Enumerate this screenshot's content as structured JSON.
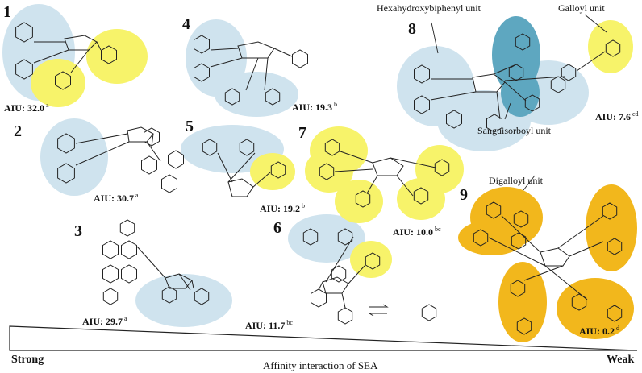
{
  "colors": {
    "blue": "#cfe3ee",
    "teal": "#5ea7c0",
    "yellow": "#f7f36a",
    "orange": "#f2b71c",
    "line": "#222222"
  },
  "compounds": [
    {
      "id": "c1",
      "num": "1",
      "aiu": "AIU: 32.0",
      "sup": "a"
    },
    {
      "id": "c2",
      "num": "2",
      "aiu": "AIU: 30.7",
      "sup": "a"
    },
    {
      "id": "c3",
      "num": "3",
      "aiu": "AIU: 29.7",
      "sup": "a"
    },
    {
      "id": "c4",
      "num": "4",
      "aiu": "AIU: 19.3",
      "sup": "b"
    },
    {
      "id": "c5",
      "num": "5",
      "aiu": "AIU: 19.2",
      "sup": "b"
    },
    {
      "id": "c6",
      "num": "6",
      "aiu": "AIU: 11.7",
      "sup": "bc"
    },
    {
      "id": "c7",
      "num": "7",
      "aiu": "AIU: 10.0",
      "sup": "bc"
    },
    {
      "id": "c8",
      "num": "8",
      "aiu": "AIU: 7.6",
      "sup": "cd"
    },
    {
      "id": "c9",
      "num": "9",
      "aiu": "AIU: 0.2",
      "sup": "d"
    }
  ],
  "annotations": {
    "hhdp": "Hexahydroxybiphenyl unit",
    "galloyl": "Galloyl unit",
    "sanguisorboyl": "Sanguisorboyl unit",
    "digalloyl": "Digalloyl unit"
  },
  "axis": {
    "left": "Strong",
    "right": "Weak",
    "title": "Affinity interaction of SEA"
  }
}
